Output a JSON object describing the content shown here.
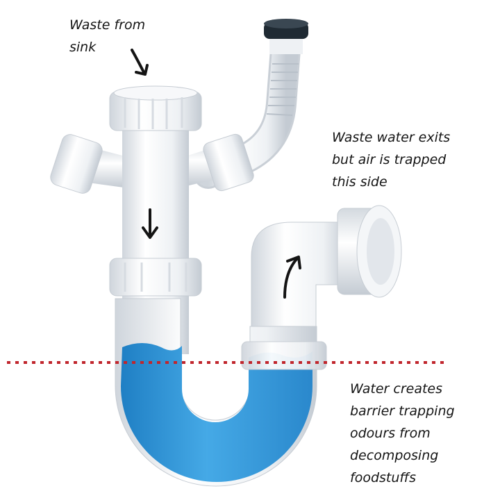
{
  "annotations": {
    "sink_waste": [
      "Waste from",
      "sink"
    ],
    "air_trapped": [
      "Waste water exits",
      "but air is trapped",
      "this side"
    ],
    "water_barrier": [
      "Water creates",
      "barrier trapping",
      "odours from",
      "decomposing",
      "foodstuffs"
    ]
  },
  "colors": {
    "pipe": "#f2f4f6",
    "pipe_shade": "#d2d7de",
    "water": "#2f95d6",
    "water_level_line": "#c0262d",
    "seal_ring": "#1f2a33",
    "ink": "#141414"
  }
}
